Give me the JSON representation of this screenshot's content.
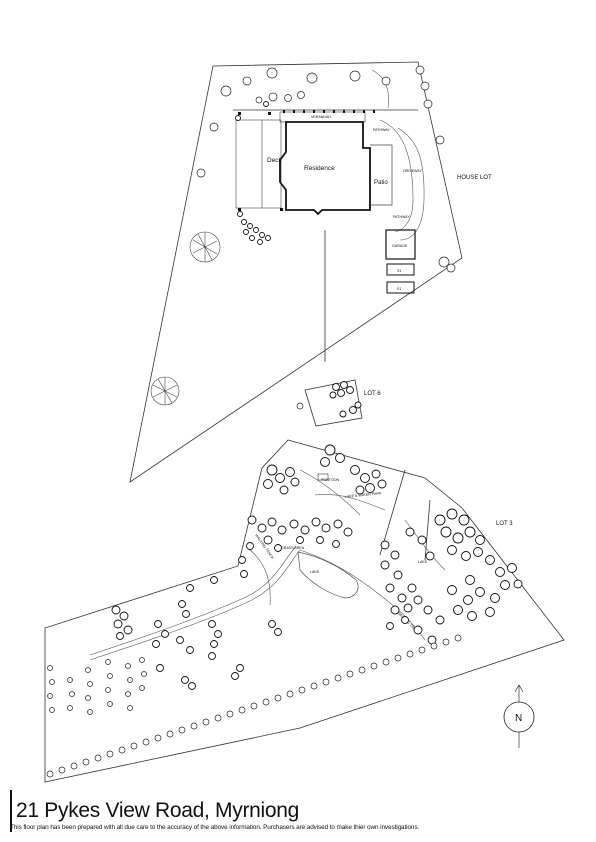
{
  "property": {
    "address": "21 Pykes View Road, Myrniong",
    "disclaimer": "This floor plan has been prepared with all due care to the accuracy of the above information. Purchasers are advised to make thier own investigations."
  },
  "lots": {
    "house_lot": "HOUSE LOT",
    "lot_6": "LOT 6",
    "lot_3": "LOT 3"
  },
  "rooms": {
    "residence": "Residence",
    "deck": "Deck",
    "patio": "Patio",
    "verandah": "VERANDAH",
    "garage": "GARAGE",
    "shed_1": "S1",
    "shed_2": "S1",
    "pathway_top": "PATHWAY",
    "pathway_bottom": "PATHWAY",
    "driveway": "DRIVEWAY"
  },
  "features": {
    "pontoon": "PONTOON",
    "lake_water_park": "LAKE & WATER PARK",
    "lake_small": "LAKE",
    "lake_east": "LAKE",
    "grass_area": "GRASS AREA",
    "walking_track": "WALKING TRACK",
    "walking_track_east": "WALKING TRACK"
  },
  "compass": {
    "label": "N"
  }
}
